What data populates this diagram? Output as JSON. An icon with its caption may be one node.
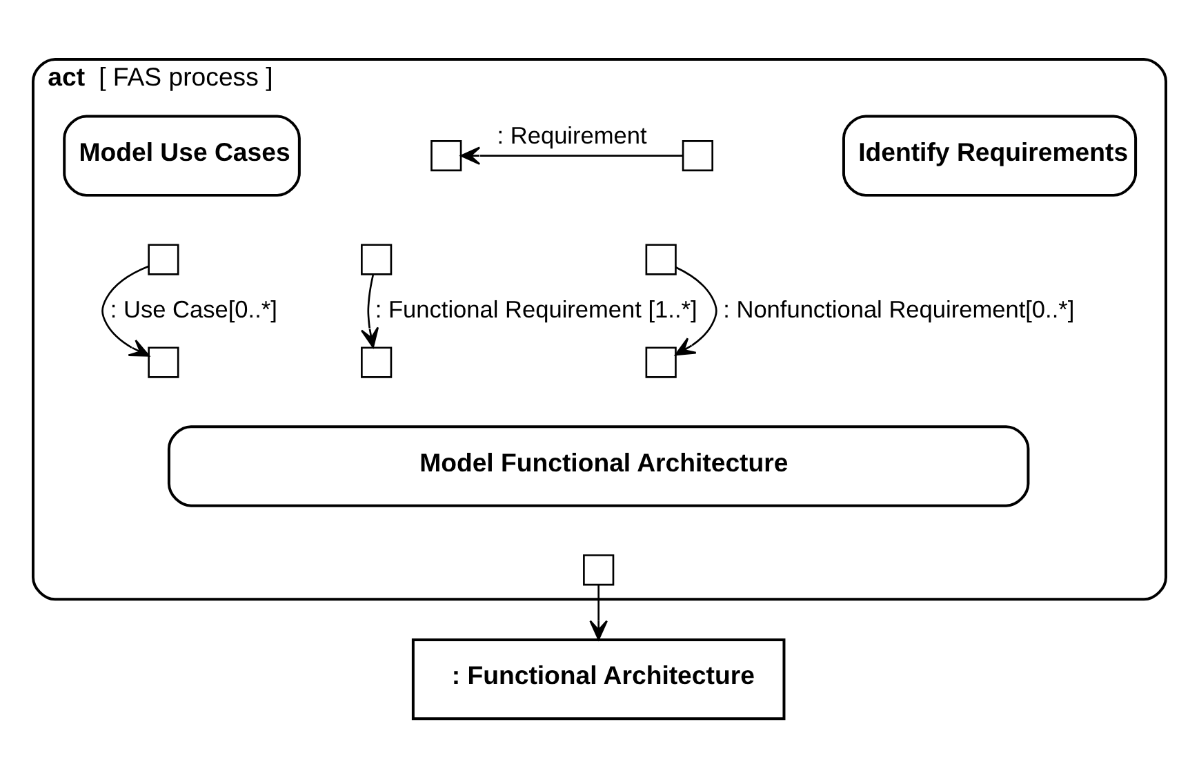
{
  "diagram": {
    "nodes": [
      {
        "text": [
          "act",
          "[ FAS process ]"
        ]
      },
      {
        "text": [
          "Model Use Cases"
        ],
        "in": 0
      },
      {
        "text": [],
        "shape": "box",
        "in": 0
      },
      {
        "text": [],
        "shape": "box",
        "in": 0
      },
      {
        "text": [
          "Identify Requirements"
        ],
        "in": 0
      },
      {
        "text": [],
        "shape": "box",
        "in": 0
      },
      {
        "text": [],
        "shape": "box",
        "in": 0
      },
      {
        "text": [],
        "shape": "box",
        "in": 0
      },
      {
        "text": [],
        "shape": "box",
        "in": 0
      },
      {
        "text": [],
        "shape": "box",
        "in": 0
      },
      {
        "text": [],
        "shape": "box",
        "in": 0
      },
      {
        "text": [
          "Model Functional Architecture"
        ],
        "in": 0
      },
      {
        "text": [],
        "shape": "box",
        "in": 0
      },
      {
        "text": [
          ": Functional Architecture"
        ]
      }
    ],
    "edges": [
      {
        "from": 3,
        "to": 2,
        "arrow": "to",
        "label": ": Requirement"
      },
      {
        "from": 5,
        "to": 8,
        "arrow": "to",
        "label": ": Use Case[0..*]"
      },
      {
        "from": 6,
        "to": 9,
        "arrow": "to",
        "label": ": Functional Requirement [1..*]"
      },
      {
        "from": 7,
        "to": 10,
        "arrow": "to",
        "label": ": Nonfunctional Requirement[0..*]"
      },
      {
        "from": 12,
        "to": 13,
        "arrow": "to"
      }
    ]
  }
}
